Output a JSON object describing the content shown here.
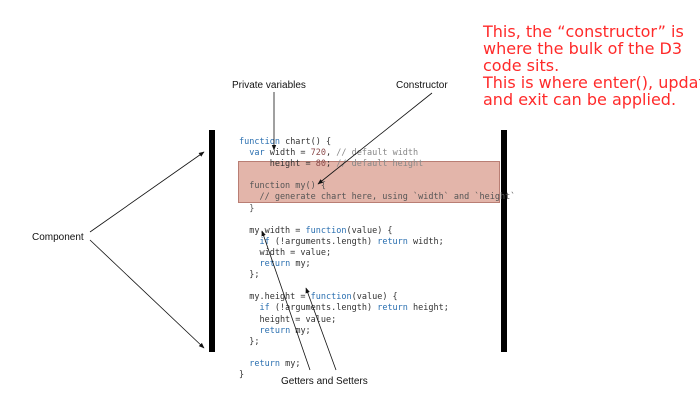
{
  "annotation_note": {
    "lines": [
      "This, the “constructor” is",
      "where the bulk of the D3",
      "code sits.",
      "This is where enter(), update",
      "and exit can be applied."
    ],
    "color": "#ff2a2a"
  },
  "labels": {
    "private_variables": "Private variables",
    "constructor": "Constructor",
    "component": "Component",
    "getters_setters": "Getters and Setters"
  },
  "code_lines": [
    "function chart() {",
    "  var width = 720, // default width",
    "      height = 80; // default height",
    "",
    "  function my() {",
    "    // generate chart here, using `width` and `height`",
    "  }",
    "",
    "  my.width = function(value) {",
    "    if (!arguments.length) return width;",
    "    width = value;",
    "    return my;",
    "  };",
    "",
    "  my.height = function(value) {",
    "    if (!arguments.length) return height;",
    "    height = value;",
    "    return my;",
    "  };",
    "",
    "  return my;",
    "}"
  ],
  "colors": {
    "highlight": "#cc7864",
    "keyword": "#2a6fb0"
  }
}
